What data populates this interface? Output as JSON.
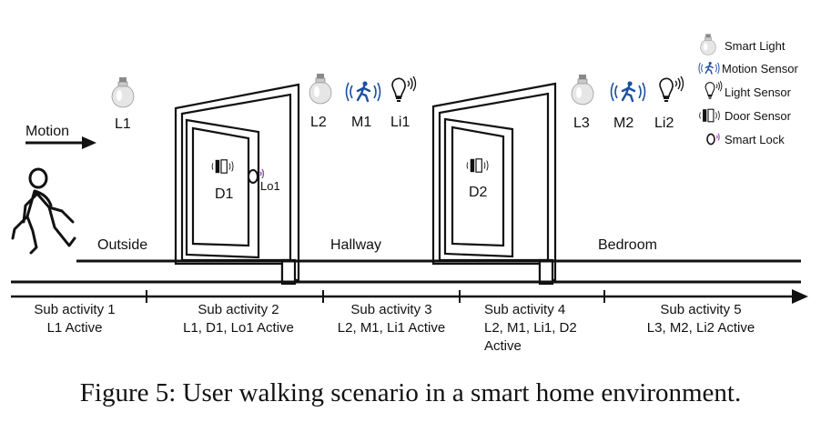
{
  "legend": {
    "smart_light": "Smart Light",
    "motion_sensor": "Motion Sensor",
    "light_sensor": "Light Sensor",
    "door_sensor": "Door Sensor",
    "smart_lock": "Smart Lock"
  },
  "motion_label": "Motion",
  "devices": {
    "l1": "L1",
    "l2": "L2",
    "l3": "L3",
    "m1": "M1",
    "m2": "M2",
    "li1": "Li1",
    "li2": "Li2",
    "d1": "D1",
    "d2": "D2",
    "lo1": "Lo1"
  },
  "areas": {
    "outside": "Outside",
    "hallway": "Hallway",
    "bedroom": "Bedroom"
  },
  "sub_activities": [
    {
      "title": "Sub activity 1",
      "line1": "L1 Active",
      "line2": ""
    },
    {
      "title": "Sub activity 2",
      "line1": "L1, D1, Lo1 Active",
      "line2": ""
    },
    {
      "title": "Sub activity 3",
      "line1": "L2, M1, Li1 Active",
      "line2": ""
    },
    {
      "title": "Sub activity 4",
      "line1": "L2, M1, Li1, D2",
      "line2": "Active"
    },
    {
      "title": "Sub activity 5",
      "line1": "L3, M2, Li2 Active",
      "line2": ""
    }
  ],
  "icons": [
    "smart-light-icon",
    "motion-sensor-icon",
    "light-sensor-icon",
    "door-sensor-icon",
    "smart-lock-icon",
    "walking-person-icon",
    "door-icon"
  ],
  "caption": "Figure 5: User walking scenario in a smart home environment."
}
